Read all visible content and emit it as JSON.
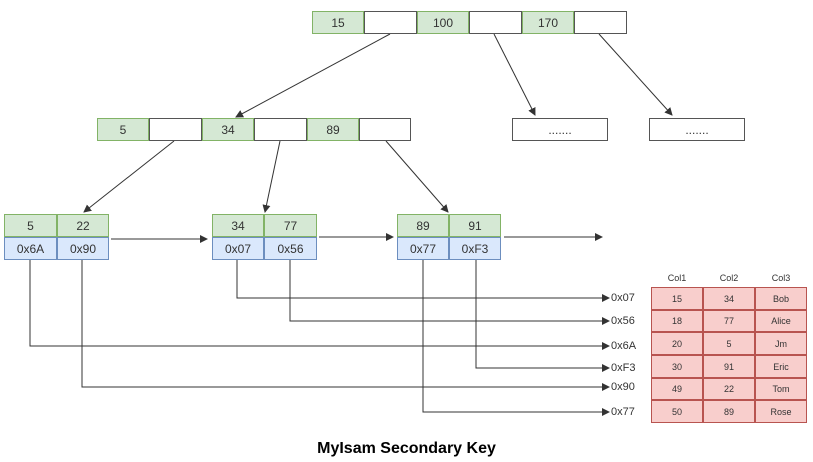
{
  "root_node": {
    "keys": [
      "15",
      "100",
      "170"
    ]
  },
  "internal_node": {
    "keys": [
      "5",
      "34",
      "89"
    ]
  },
  "placeholder_nodes": [
    ".......",
    "......."
  ],
  "leaf_nodes": [
    {
      "keys": [
        "5",
        "22"
      ],
      "pointers": [
        "0x6A",
        "0x90"
      ]
    },
    {
      "keys": [
        "34",
        "77"
      ],
      "pointers": [
        "0x07",
        "0x56"
      ]
    },
    {
      "keys": [
        "89",
        "91"
      ],
      "pointers": [
        "0x77",
        "0xF3"
      ]
    }
  ],
  "row_pointers": [
    "0x07",
    "0x56",
    "0x6A",
    "0xF3",
    "0x90",
    "0x77"
  ],
  "table": {
    "headers": [
      "Col1",
      "Col2",
      "Col3"
    ],
    "rows": [
      [
        "15",
        "34",
        "Bob"
      ],
      [
        "18",
        "77",
        "Alice"
      ],
      [
        "20",
        "5",
        "Jm"
      ],
      [
        "30",
        "91",
        "Eric"
      ],
      [
        "49",
        "22",
        "Tom"
      ],
      [
        "50",
        "89",
        "Rose"
      ]
    ]
  },
  "title": "MyIsam Secondary Key"
}
